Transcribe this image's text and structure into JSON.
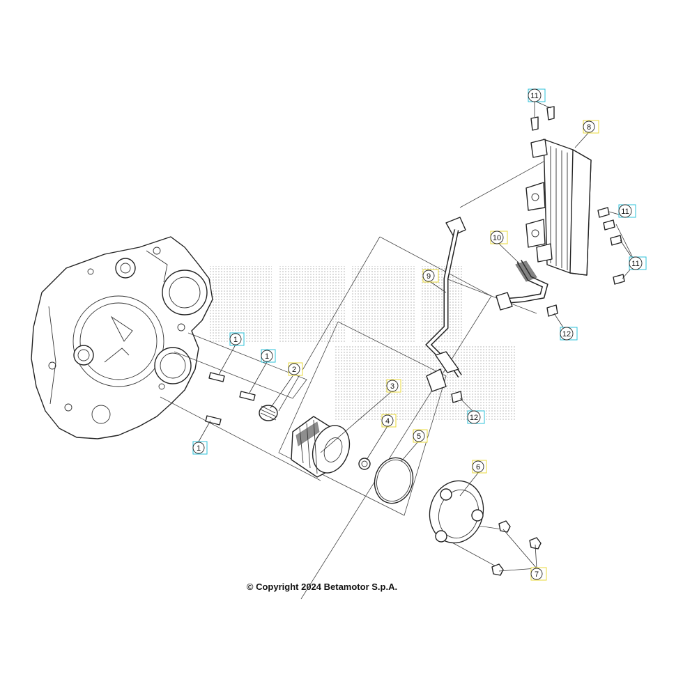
{
  "diagram": {
    "copyright": "© Copyright 2024 Betamotor S.p.A.",
    "colors": {
      "callout_cyan": "#2bc0d8",
      "callout_yellow": "#e8d838",
      "line": "#222222",
      "watermark": "#bdbdbd"
    },
    "callouts": [
      {
        "id": "c1a",
        "label": "1",
        "style": "cyan"
      },
      {
        "id": "c1b",
        "label": "1",
        "style": "cyan"
      },
      {
        "id": "c1c",
        "label": "1",
        "style": "cyan"
      },
      {
        "id": "c2",
        "label": "2",
        "style": "yellow"
      },
      {
        "id": "c3",
        "label": "3",
        "style": "yellow"
      },
      {
        "id": "c4",
        "label": "4",
        "style": "yellow"
      },
      {
        "id": "c5",
        "label": "5",
        "style": "yellow"
      },
      {
        "id": "c6",
        "label": "6",
        "style": "yellow"
      },
      {
        "id": "c7",
        "label": "7",
        "style": "yellow"
      },
      {
        "id": "c8",
        "label": "8",
        "style": "yellow"
      },
      {
        "id": "c9",
        "label": "9",
        "style": "yellow"
      },
      {
        "id": "c10",
        "label": "10",
        "style": "yellow"
      },
      {
        "id": "c11a",
        "label": "11",
        "style": "cyan"
      },
      {
        "id": "c11b",
        "label": "11",
        "style": "cyan"
      },
      {
        "id": "c11c",
        "label": "11",
        "style": "cyan"
      },
      {
        "id": "c12a",
        "label": "12",
        "style": "cyan"
      },
      {
        "id": "c12b",
        "label": "12",
        "style": "cyan"
      }
    ]
  }
}
